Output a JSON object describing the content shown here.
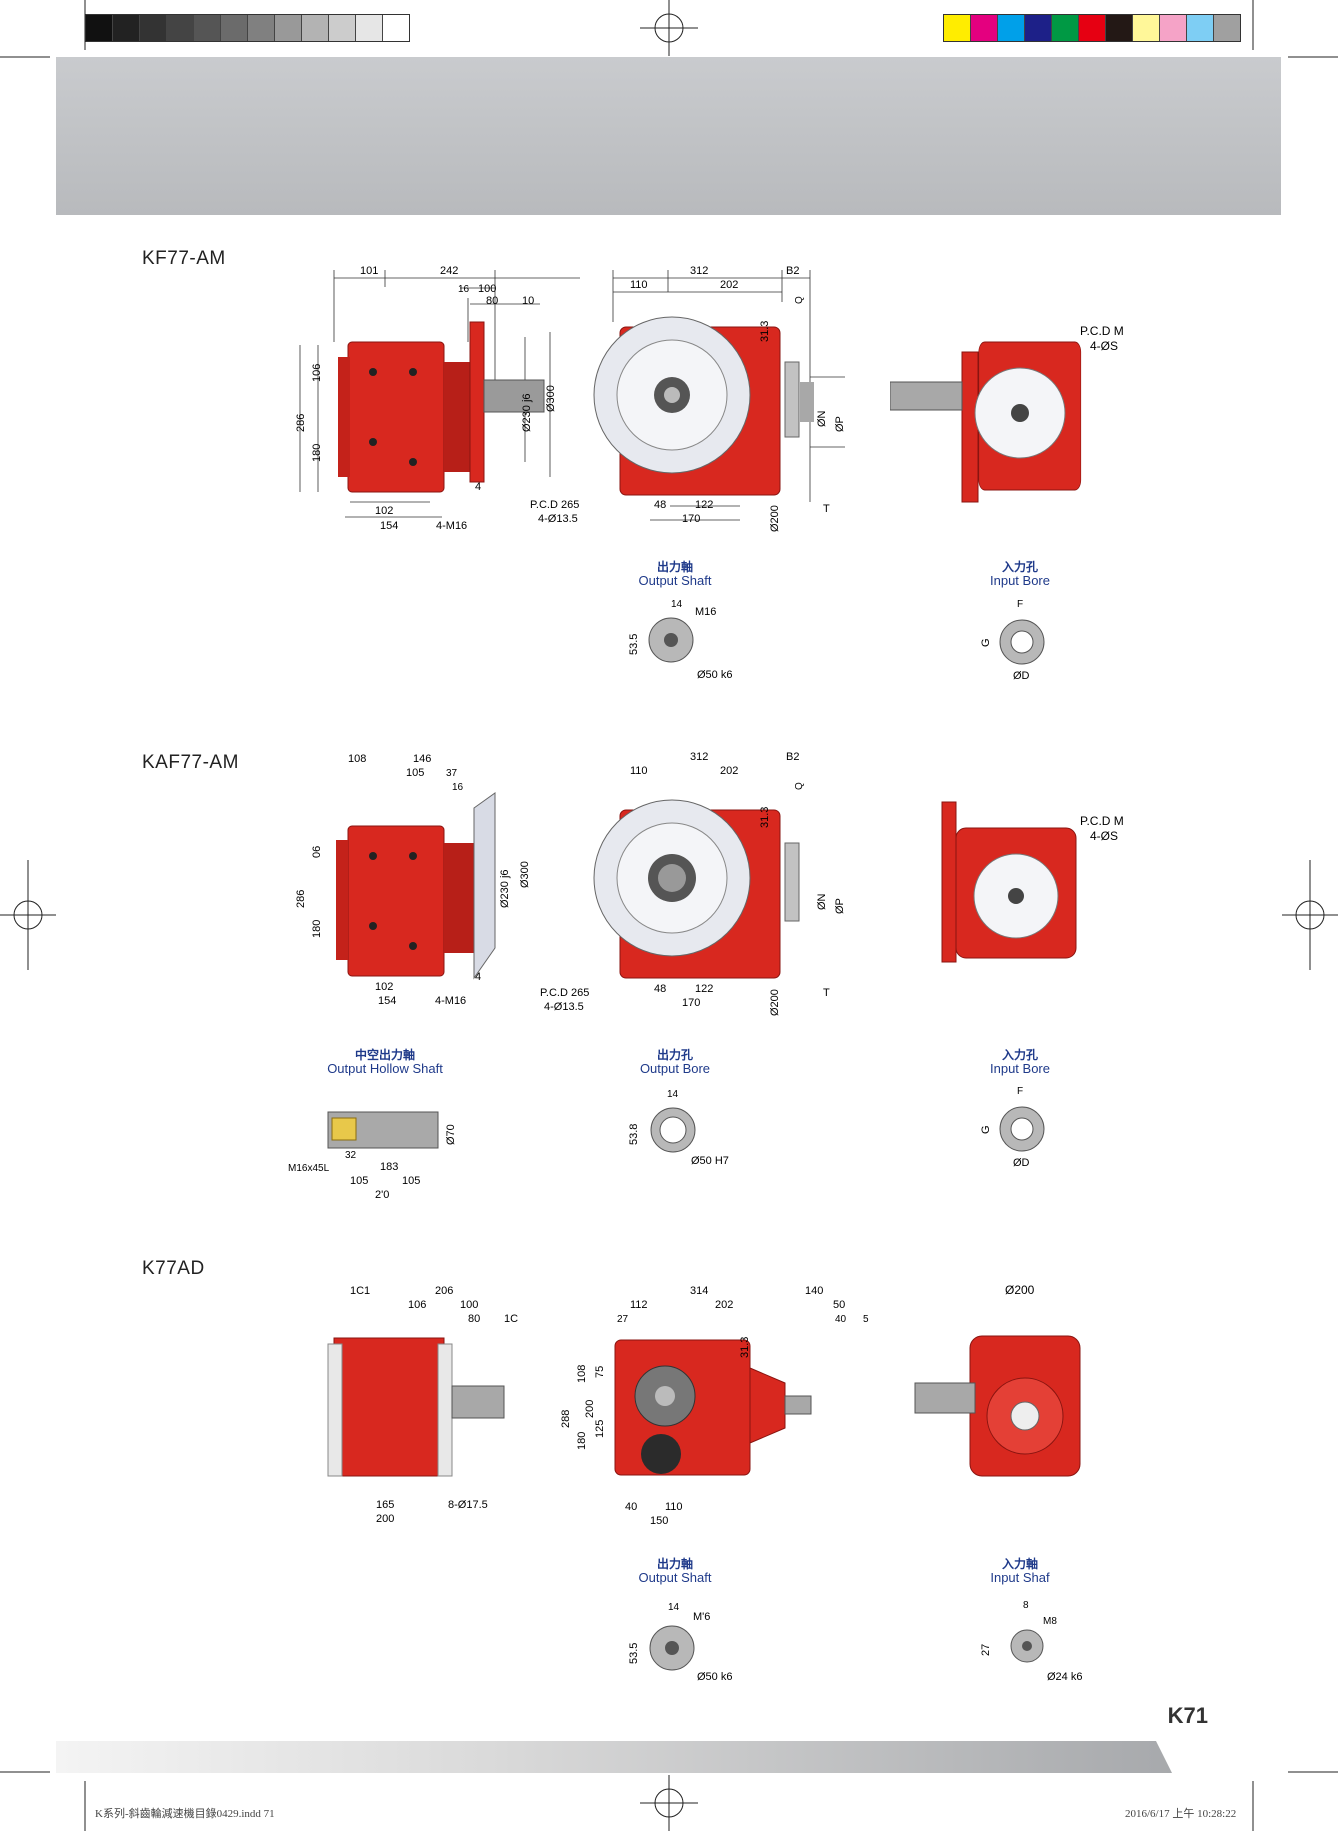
{
  "colors": {
    "gray_steps": [
      "#111111",
      "#222222",
      "#333333",
      "#444444",
      "#555555",
      "#6b6b6b",
      "#808080",
      "#999999",
      "#b3b3b3",
      "#cccccc",
      "#e6e6e6",
      "#ffffff"
    ],
    "color_steps": [
      "#ffed00",
      "#e4007f",
      "#00a0e9",
      "#1d2088",
      "#009944",
      "#e60012",
      "#231815",
      "#fff799",
      "#f5a3c7",
      "#7ecef4",
      "#a0a0a0"
    ],
    "gear_red": "#d8281f",
    "caption_blue": "#1f3a8a"
  },
  "sections": {
    "kf77": {
      "title": "KF77-AM",
      "side_dims": {
        "d101": "101",
        "d242": "242",
        "d16": "16",
        "d100": "100",
        "d80": "80",
        "d10": "10",
        "d106": "106",
        "d286": "286",
        "d180": "180",
        "d230": "Ø230 j6",
        "d300": "Ø300",
        "d4": "4",
        "d102": "102",
        "d154": "154",
        "m16": "4-M16"
      },
      "front_dims": {
        "d312": "312",
        "d110": "110",
        "d202": "202",
        "b2": "B2",
        "d313": "31.3",
        "q": "Q",
        "pcd": "P.C.D 265",
        "holes": "4-Ø13.5",
        "d48": "48",
        "d122": "122",
        "d170": "170",
        "d200": "Ø200",
        "t": "T",
        "n": "ØN",
        "p": "ØP"
      },
      "input_dims": {
        "pcdm": "P.C.D M",
        "s": "4-ØS"
      },
      "output_caption_zh": "出力軸",
      "output_caption_en": "Output Shaft",
      "input_caption_zh": "入力孔",
      "input_caption_en": "Input Bore",
      "shaft": {
        "d14": "14",
        "m16": "M16",
        "d535": "53.5",
        "d50": "Ø50 k6"
      },
      "bore": {
        "f": "F",
        "g": "G",
        "d": "ØD"
      }
    },
    "kaf77": {
      "title": "KAF77-AM",
      "side_dims": {
        "d108": "108",
        "d146": "146",
        "d105": "105",
        "d37": "37",
        "d16": "16",
        "d06": "06",
        "d286": "286",
        "d180": "180",
        "d230": "Ø230 j6",
        "d300": "Ø300",
        "d4": "4",
        "d102": "102",
        "d154": "154",
        "m16": "4-M16"
      },
      "front_dims": {
        "d312": "312",
        "d110": "110",
        "d202": "202",
        "b2": "B2",
        "d313": "31.3",
        "q": "Q",
        "pcd": "P.C.D 265",
        "holes": "4-Ø13.5",
        "d48": "48",
        "d122": "122",
        "d170": "170",
        "d200": "Ø200",
        "t": "T",
        "n": "ØN",
        "p": "ØP"
      },
      "input_dims": {
        "pcdm": "P.C.D M",
        "s": "4-ØS"
      },
      "hollow_caption_zh": "中空出力軸",
      "hollow_caption_en": "Output Hollow Shaft",
      "bore_caption_zh": "出力孔",
      "bore_caption_en": "Output Bore",
      "input_caption_zh": "入力孔",
      "input_caption_en": "Input Bore",
      "hollow": {
        "m16": "M16x45L",
        "d32": "32",
        "d183": "183",
        "d105a": "105",
        "d105b": "105",
        "d210": "2'0",
        "d70": "Ø70"
      },
      "obore": {
        "d14": "14",
        "d538": "53.8",
        "d50": "Ø50 H7"
      },
      "bore": {
        "f": "F",
        "g": "G",
        "d": "ØD"
      }
    },
    "k77": {
      "title": "K77AD",
      "side_dims": {
        "d101": "1C1",
        "d206": "206",
        "d106": "106",
        "d100": "100",
        "d80": "80",
        "d10": "1C",
        "d165": "165",
        "d200": "200",
        "holes": "8-Ø17.5"
      },
      "front_dims": {
        "d314": "314",
        "d140": "140",
        "d112": "112",
        "d202": "202",
        "d50": "50",
        "d27": "27",
        "d40": "40",
        "d5": "5",
        "d313": "31.3",
        "d288": "288",
        "d108": "108",
        "d200": "200",
        "d75": "75",
        "d180": "180",
        "d125": "125",
        "d40b": "40",
        "d110": "110",
        "d150": "150"
      },
      "end_dims": {
        "d200": "Ø200"
      },
      "output_caption_zh": "出力軸",
      "output_caption_en": "Output Shaft",
      "input_caption_zh": "入力軸",
      "input_caption_en": "Input Shaf",
      "shaft": {
        "d14": "14",
        "m16": "M'6",
        "d535": "53.5",
        "d50": "Ø50 k6"
      },
      "ishaft": {
        "d8": "8",
        "m8": "M8",
        "d27": "27",
        "d24": "Ø24 k6"
      }
    }
  },
  "footer": {
    "page_number": "K71",
    "file_info": "K系列-斜齒輪減速機目錄0429.indd   71",
    "timestamp": "2016/6/17   上午 10:28:22"
  }
}
